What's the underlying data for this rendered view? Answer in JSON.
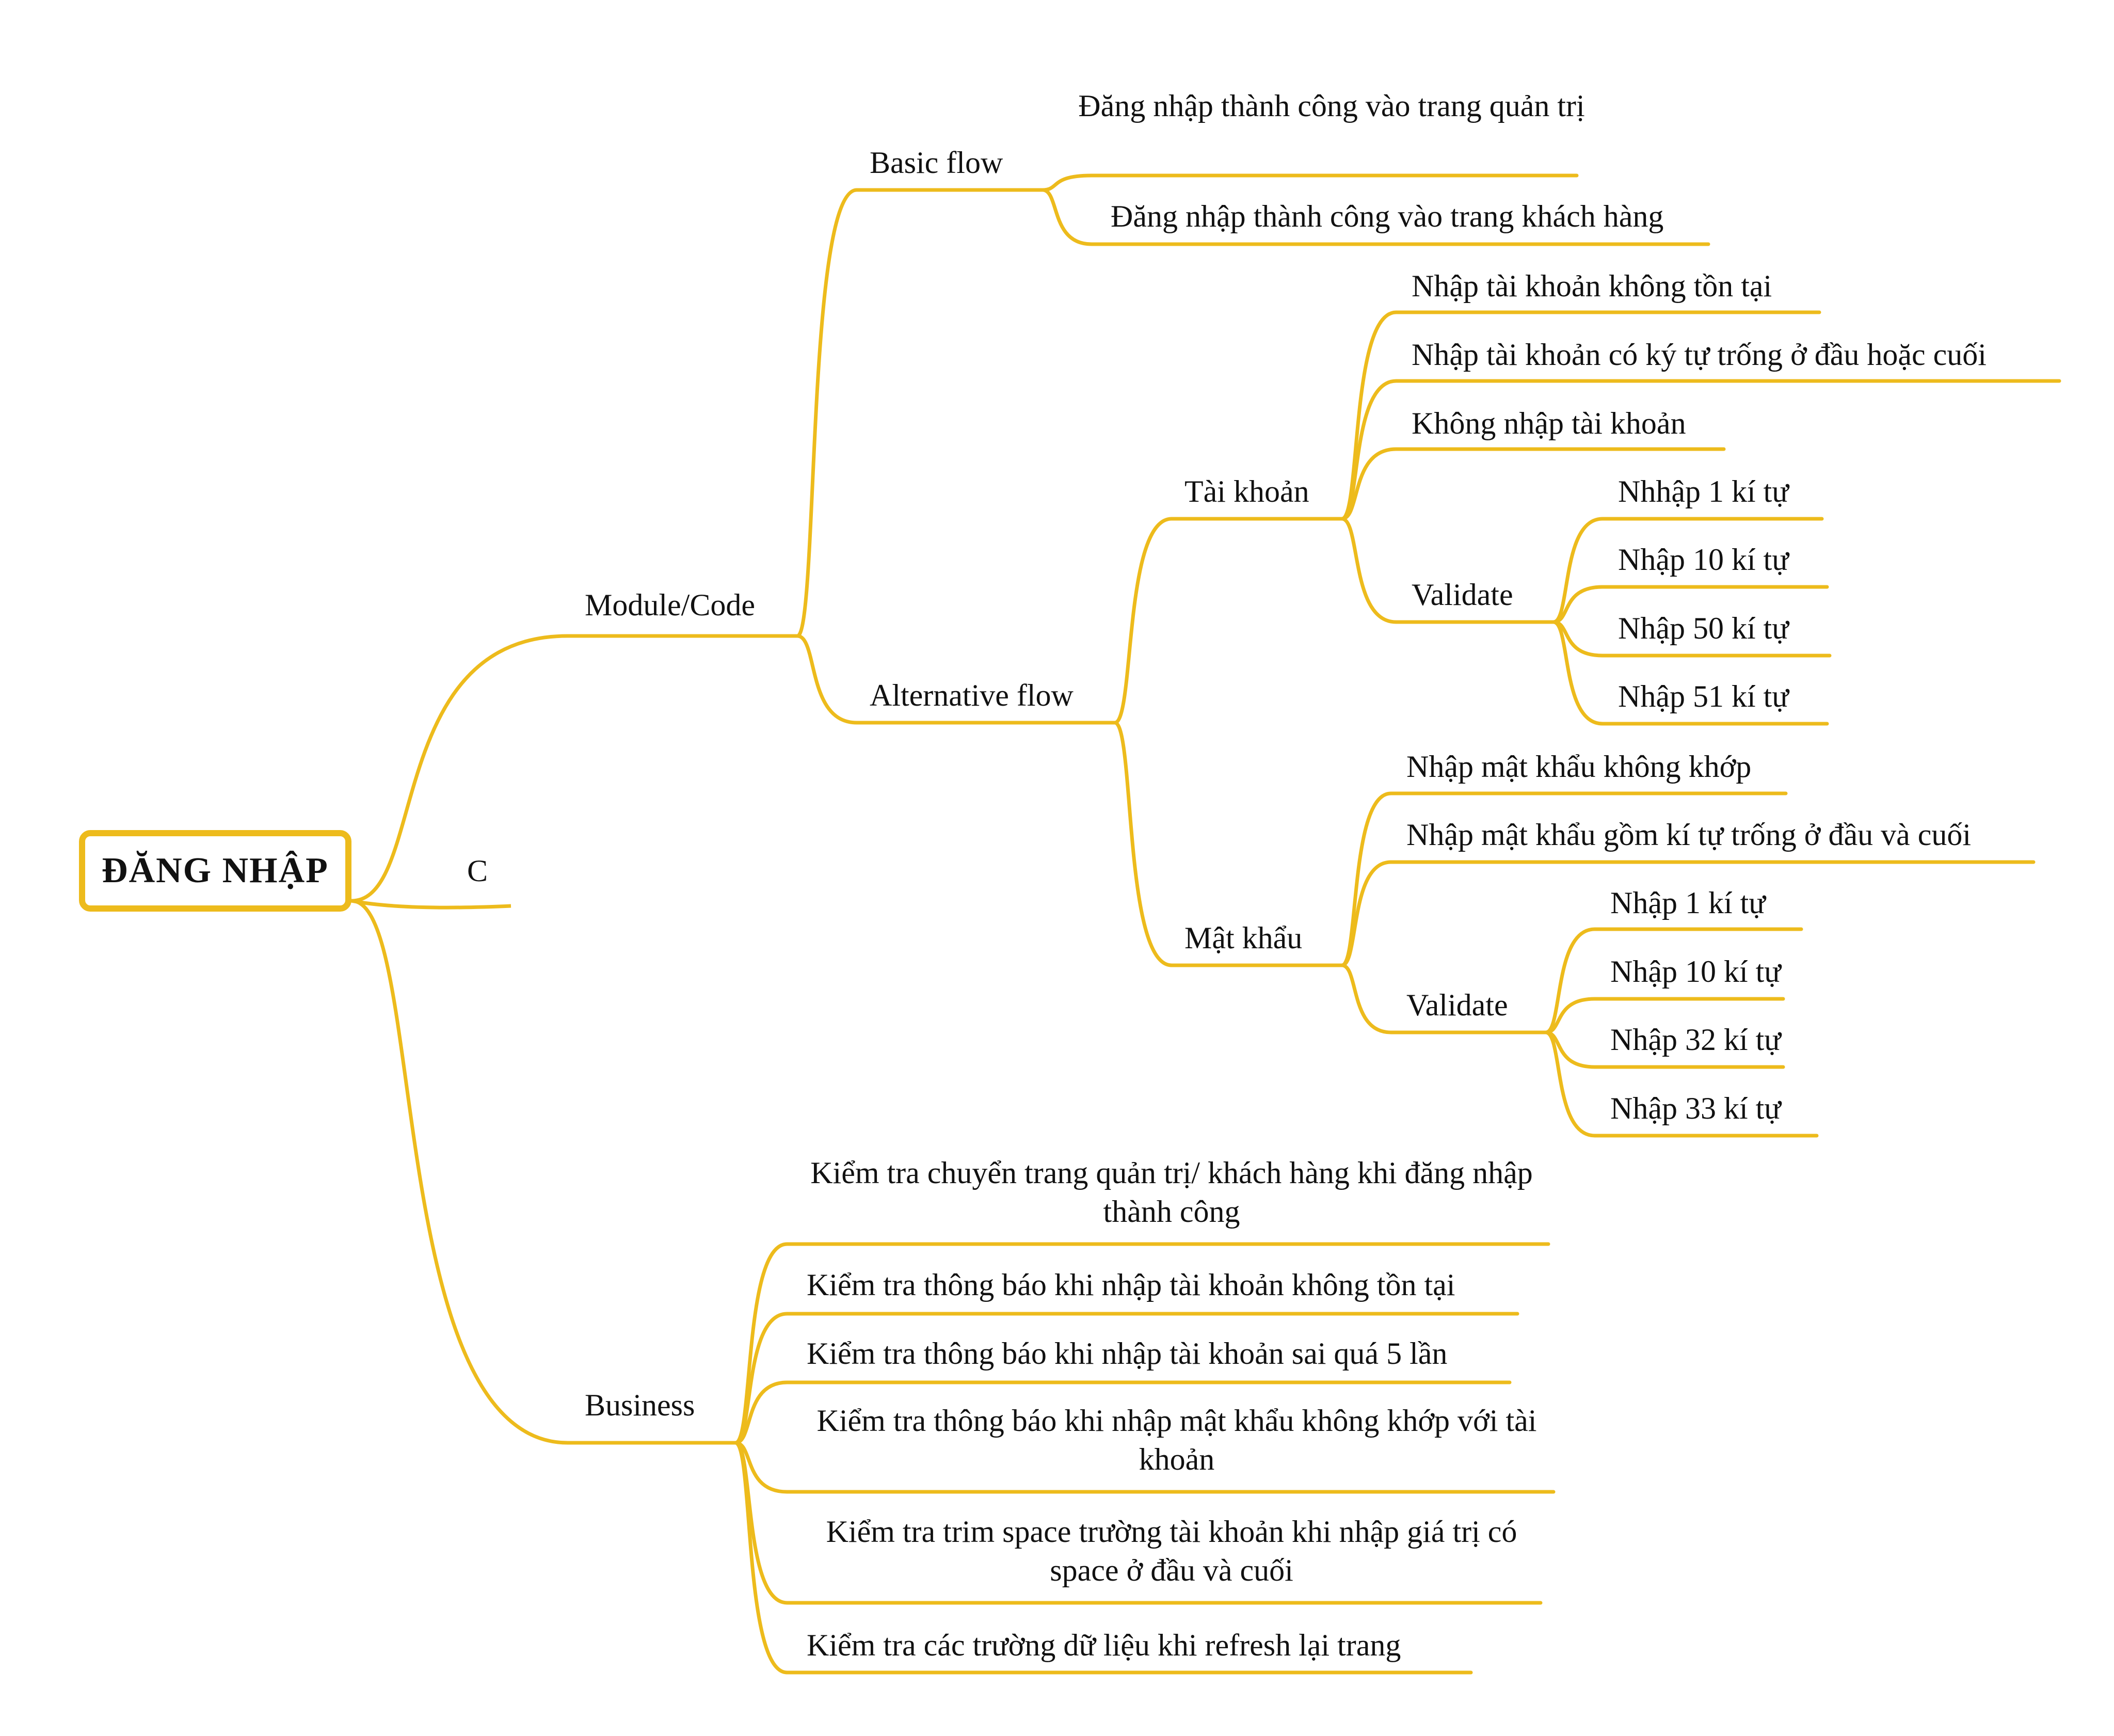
{
  "colors": {
    "branch": "#EDBB1C",
    "text": "#111111"
  },
  "root": "ĐĂNG NHẬP",
  "connector": "C",
  "module": {
    "label": "Module/Code",
    "basic_flow": {
      "label": "Basic flow",
      "items": [
        "Đăng nhập thành công vào trang quản trị",
        "Đăng nhập thành công vào trang khách hàng"
      ]
    },
    "alternative_flow": {
      "label": "Alternative flow",
      "account": {
        "label": "Tài khoản",
        "items": [
          "Nhập tài khoản không tồn tại",
          "Nhập tài khoản có ký tự trống ở đầu hoặc cuối",
          "Không nhập tài khoản"
        ],
        "validate": {
          "label": "Validate",
          "items": [
            "Nhhập 1 kí tự",
            "Nhập 10 kí tự",
            "Nhập 50 kí tự",
            "Nhập 51 kí tự"
          ]
        }
      },
      "password": {
        "label": "Mật khẩu",
        "items": [
          "Nhập mật khẩu không khớp",
          "Nhập mật khẩu gồm kí tự trống ở đầu và cuối"
        ],
        "validate": {
          "label": "Validate",
          "items": [
            "Nhập 1 kí tự",
            "Nhập 10 kí tự",
            "Nhập 32 kí tự",
            "Nhập 33 kí tự"
          ]
        }
      }
    }
  },
  "business": {
    "label": "Business",
    "items": [
      "Kiểm tra chuyển trang quản trị/ khách hàng khi đăng nhập thành công",
      "Kiểm tra thông báo khi nhập tài khoản không tồn tại",
      "Kiểm tra thông báo khi nhập tài khoản sai quá 5 lần",
      "Kiểm tra thông báo khi nhập mật khẩu không khớp với tài khoản",
      "Kiểm tra trim space trường tài khoản khi nhập giá trị có space ở đầu và cuối",
      "Kiểm tra các trường dữ liệu khi refresh lại trang"
    ]
  }
}
